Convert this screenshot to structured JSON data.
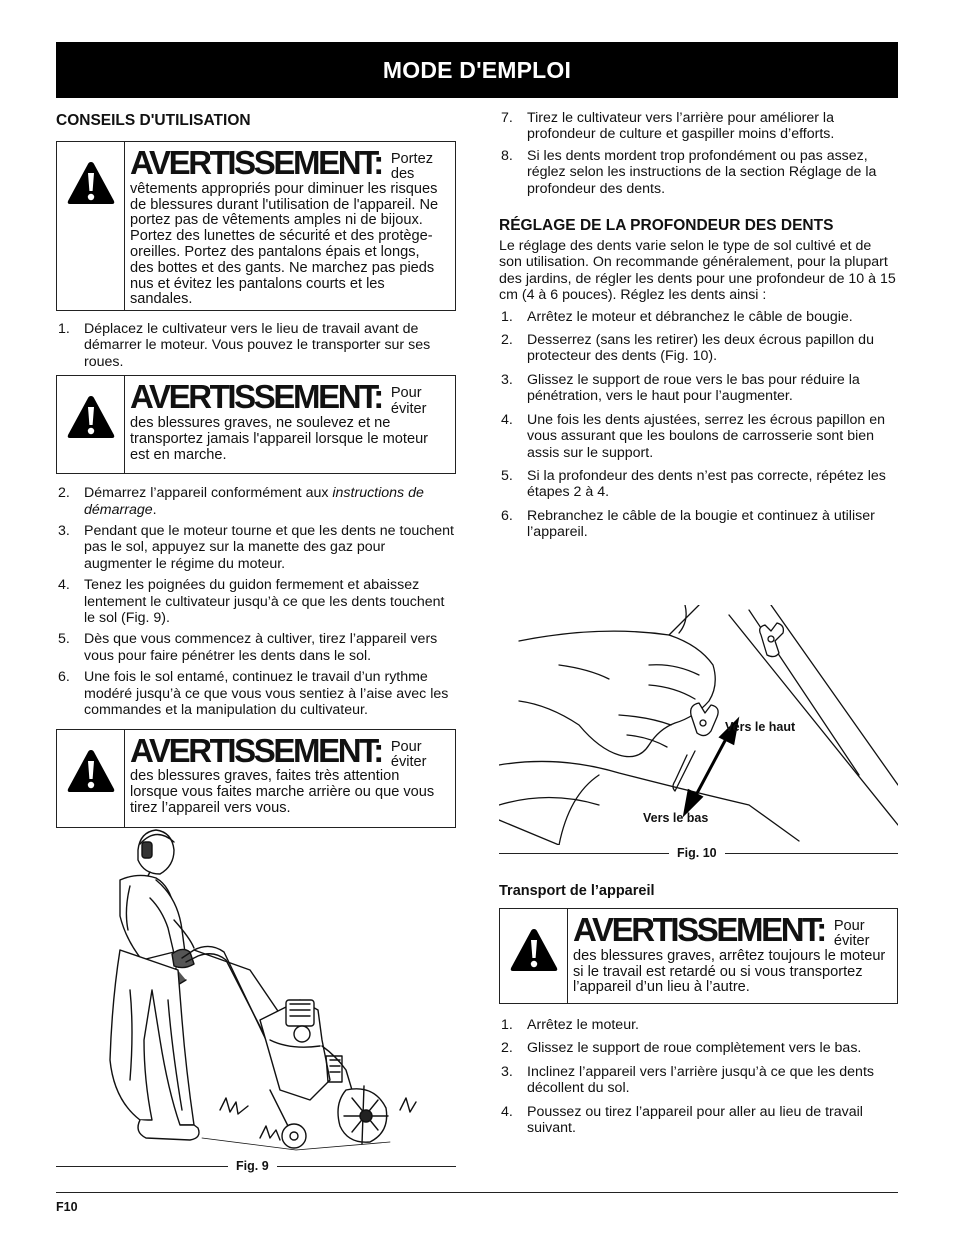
{
  "banner": {
    "title": "MODE D'EMPLOI"
  },
  "left": {
    "section_title": "CONSEILS D'UTILISATION",
    "warning1": {
      "title": "AVERTISSEMENT:",
      "lead": "Portez des",
      "body": "vêtements appropriés pour diminuer les risques de blessures durant l'utilisation de l'appareil. Ne portez pas de vêtements amples ni de bijoux. Portez des lunettes de sécurité et des protège-oreilles. Portez des pantalons épais et longs, des bottes et des gants. Ne marchez pas pieds nus et évitez les pantalons courts et les sandales."
    },
    "steps_a": [
      {
        "num": "1.",
        "text": "Déplacez le cultivateur vers le lieu de travail avant de démarrer le moteur. Vous pouvez le transporter sur ses roues."
      }
    ],
    "warning2": {
      "title": "AVERTISSEMENT:",
      "lead": "Pour éviter",
      "body": "des blessures graves, ne soulevez et ne transportez jamais l'appareil lorsque le moteur est en marche."
    },
    "step2": {
      "num": "2.",
      "text": "Démarrez l’appareil conformément aux ",
      "italic": "instructions de démarrage",
      "tail": "."
    },
    "steps_b": [
      {
        "num": "3.",
        "text": "Pendant que le moteur tourne et que les dents ne touchent pas le sol, appuyez sur la manette des gaz pour augmenter le régime du moteur."
      },
      {
        "num": "4.",
        "text": "Tenez les poignées du guidon fermement et abaissez lentement le cultivateur jusqu’à ce que les dents touchent le sol (Fig. 9)."
      },
      {
        "num": "5.",
        "text": "Dès que vous commencez à cultiver, tirez l’appareil vers vous pour faire pénétrer les dents dans le sol."
      },
      {
        "num": "6.",
        "text": "Une fois le sol entamé, continuez le travail d’un rythme modéré jusqu’à ce que vous vous sentiez à l’aise avec les commandes et la manipulation du cultivateur."
      }
    ],
    "warning3": {
      "title": "AVERTISSEMENT:",
      "lead": "Pour éviter",
      "body": "des blessures graves, faites très attention lorsque vous faites marche arrière ou que vous tirez l’appareil vers vous."
    },
    "fig9_caption": "Fig. 9"
  },
  "right": {
    "steps_top": [
      {
        "num": "7.",
        "text": "Tirez le cultivateur vers l’arrière pour améliorer la profondeur de culture et gaspiller moins d’efforts."
      },
      {
        "num": "8.",
        "text": "Si les dents mordent trop profondément ou pas assez, réglez selon les instructions de la section Réglage de la profondeur des dents."
      }
    ],
    "depth_title": "RÉGLAGE DE LA PROFONDEUR DES DENTS",
    "depth_intro": "Le réglage des dents varie selon le type de sol cultivé et de son utilisation. On recommande généralement, pour la plupart des jardins, de régler les dents pour une profondeur de 10 à 15 cm (4 à 6 pouces). Réglez les dents ainsi :",
    "depth_steps": [
      {
        "num": "1.",
        "text": "Arrêtez le moteur et débranchez le câble de bougie."
      },
      {
        "num": "2.",
        "text": "Desserrez (sans les retirer) les deux écrous papillon du protecteur des dents (Fig. 10)."
      },
      {
        "num": "3.",
        "text": "Glissez le support de roue vers le bas pour réduire la pénétration, vers le haut pour l’augmenter."
      },
      {
        "num": "4.",
        "text": "Une fois les dents ajustées, serrez les écrous papillon en vous assurant que les boulons de carrosserie sont bien assis sur le support."
      },
      {
        "num": "5.",
        "text": "Si la profondeur des dents n’est pas correcte, répétez les étapes 2 à 4."
      },
      {
        "num": "6.",
        "text": "Rebranchez le câble de la bougie et continuez à utiliser l’appareil."
      }
    ],
    "fig10": {
      "label_up": "Vers le haut",
      "label_down": "Vers le bas",
      "caption": "Fig. 10"
    },
    "transport_title": "Transport de l’appareil",
    "warning4": {
      "title": "AVERTISSEMENT:",
      "lead": "Pour éviter",
      "body": "des blessures graves, arrêtez toujours le moteur si le travail est retardé ou si vous transportez l’appareil d’un lieu à l’autre."
    },
    "transport_steps": [
      {
        "num": "1.",
        "text": "Arrêtez le moteur."
      },
      {
        "num": "2.",
        "text": "Glissez le support de roue complètement vers le bas."
      },
      {
        "num": "3.",
        "text": "Inclinez l’appareil vers l’arrière jusqu’à ce que les dents décollent du sol."
      },
      {
        "num": "4.",
        "text": "Poussez ou tirez l’appareil pour aller au lieu de travail suivant."
      }
    ]
  },
  "footer": {
    "page_code": "F10"
  }
}
